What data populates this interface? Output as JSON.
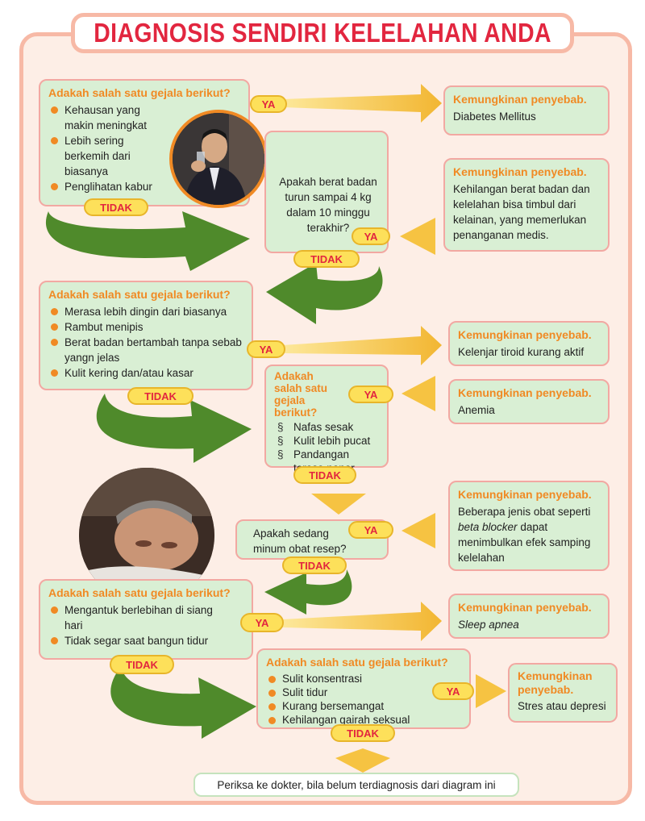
{
  "title": "DIAGNOSIS SENDIRI KELELAHAN ANDA",
  "labels": {
    "ya": "YA",
    "tidak": "TIDAK"
  },
  "colors": {
    "accent_red": "#e2263f",
    "orange": "#f08a24",
    "box_green": "#d9efd4",
    "arrow_green": "#4f8a2b",
    "arrow_yellow": "#f6c342",
    "border_pink": "#f2a8a2"
  },
  "cause_header": "Kemungkinan penyebab.",
  "cause_header_split": [
    "Kemungkinan",
    "penyebab."
  ],
  "q1": {
    "header": "Adakah salah satu gejala berikut?",
    "items": [
      "Kehausan yang makin meningkat",
      "Lebih sering berkemih dari biasanya",
      "Penglihatan kabur"
    ]
  },
  "r1": {
    "text": "Diabetes Mellitus"
  },
  "q2": {
    "text": "Apakah berat badan turun  sampai 4 kg dalam 10 minggu terakhir?"
  },
  "r2": {
    "text": "Kehilangan berat badan dan kelelahan bisa timbul dari kelainan, yang memerlukan penanganan medis."
  },
  "q3": {
    "header": "Adakah salah satu gejala berikut?",
    "items": [
      "Merasa lebih dingin dari biasanya",
      "Rambut menipis",
      "Berat badan bertambah tanpa sebab yangn jelas",
      "Kulit kering dan/atau kasar"
    ]
  },
  "r3": {
    "text": "Kelenjar tiroid kurang aktif"
  },
  "q4": {
    "header": "Adakah salah satu gejala berikut?",
    "items": [
      "Nafas sesak",
      "Kulit lebih pucat",
      "Pandangan terasa nanar"
    ]
  },
  "r4": {
    "text": "Anemia"
  },
  "q5": {
    "text": "Apakah sedang minum obat resep?"
  },
  "r5": {
    "text_before": "Beberapa jenis obat seperti",
    "text_italic": "beta blocker",
    "text_after": "dapat menimbulkan efek samping kelelahan"
  },
  "q6": {
    "header": "Adakah salah satu gejala berikut?",
    "items": [
      "Mengantuk berlebihan di siang hari",
      "Tidak segar saat bangun tidur"
    ]
  },
  "r6": {
    "text": "Sleep apnea"
  },
  "q7": {
    "header": "Adakah salah satu gejala berikut?",
    "items": [
      "Sulit konsentrasi",
      "Sulit tidur",
      "Kurang bersemangat",
      "Kehilangan gairah seksual"
    ]
  },
  "r7": {
    "text": "Stres atau depresi"
  },
  "final": {
    "text": "Periksa ke dokter, bila belum terdiagnosis dari diagram ini"
  }
}
